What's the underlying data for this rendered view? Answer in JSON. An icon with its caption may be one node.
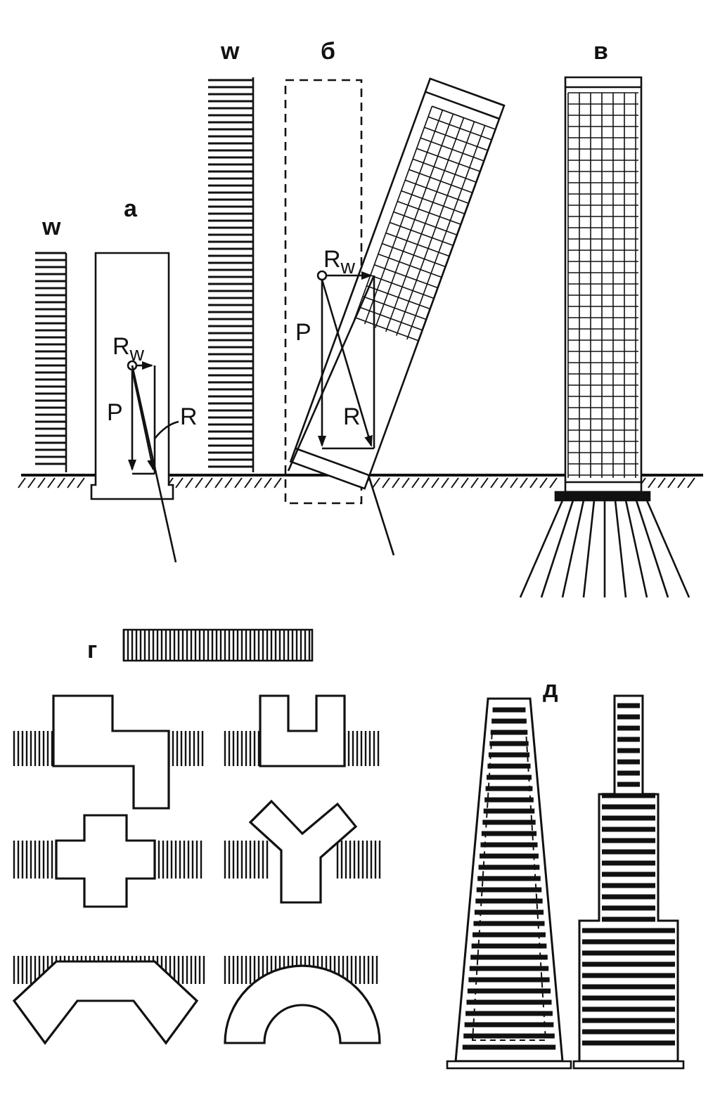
{
  "diagram": {
    "labels": [
      "w",
      "а",
      "R$_{w}$",
      "P",
      "R",
      "w",
      "б",
      "R$_{w}$",
      "P",
      "R",
      "в",
      "г",
      "д"
    ]
  }
}
